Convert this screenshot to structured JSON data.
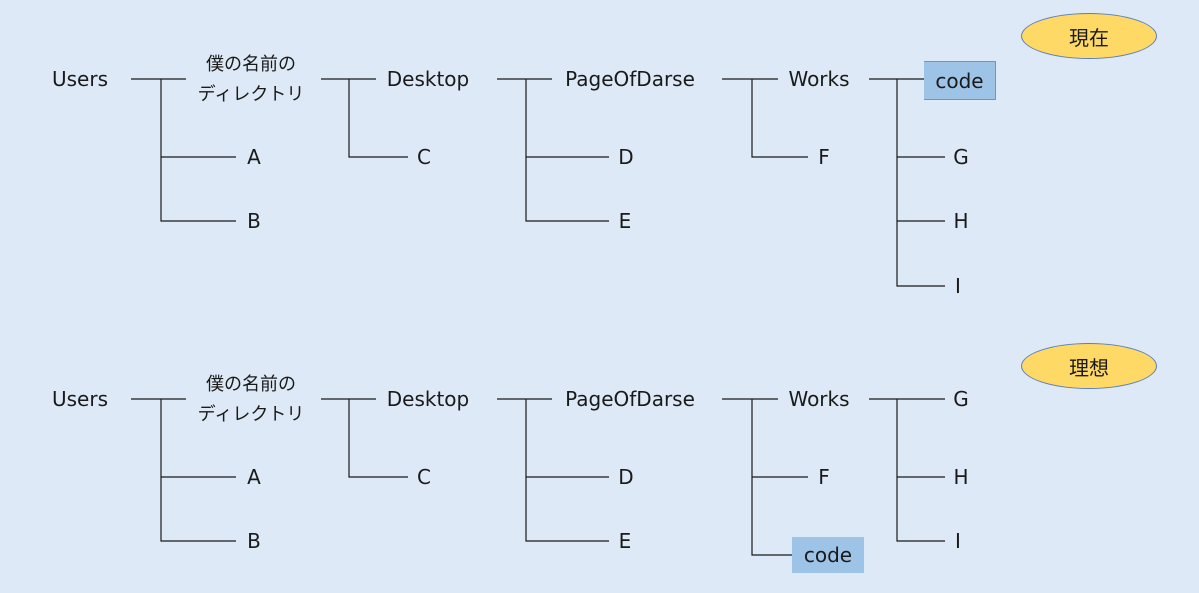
{
  "current": {
    "badge": "現在",
    "nodes": {
      "users": "Users",
      "mydir_line1": "僕の名前の",
      "mydir_line2": "ディレクトリ",
      "a": "A",
      "b": "B",
      "desktop": "Desktop",
      "c": "C",
      "page": "PageOfDarse",
      "d": "D",
      "e": "E",
      "works": "Works",
      "f": "F",
      "code": "code",
      "g": "G",
      "h": "H",
      "i": "I"
    }
  },
  "ideal": {
    "badge": "理想",
    "nodes": {
      "users": "Users",
      "mydir_line1": "僕の名前の",
      "mydir_line2": "ディレクトリ",
      "a": "A",
      "b": "B",
      "desktop": "Desktop",
      "c": "C",
      "page": "PageOfDarse",
      "d": "D",
      "e": "E",
      "works": "Works",
      "f": "F",
      "code": "code",
      "g": "G",
      "h": "H",
      "i": "I"
    }
  },
  "colors": {
    "background": "#dde9f6",
    "highlight_box": "#9dc3e6",
    "badge_fill": "#ffd966",
    "badge_border": "#5b7fb8",
    "lines": "#1a1a1a"
  }
}
